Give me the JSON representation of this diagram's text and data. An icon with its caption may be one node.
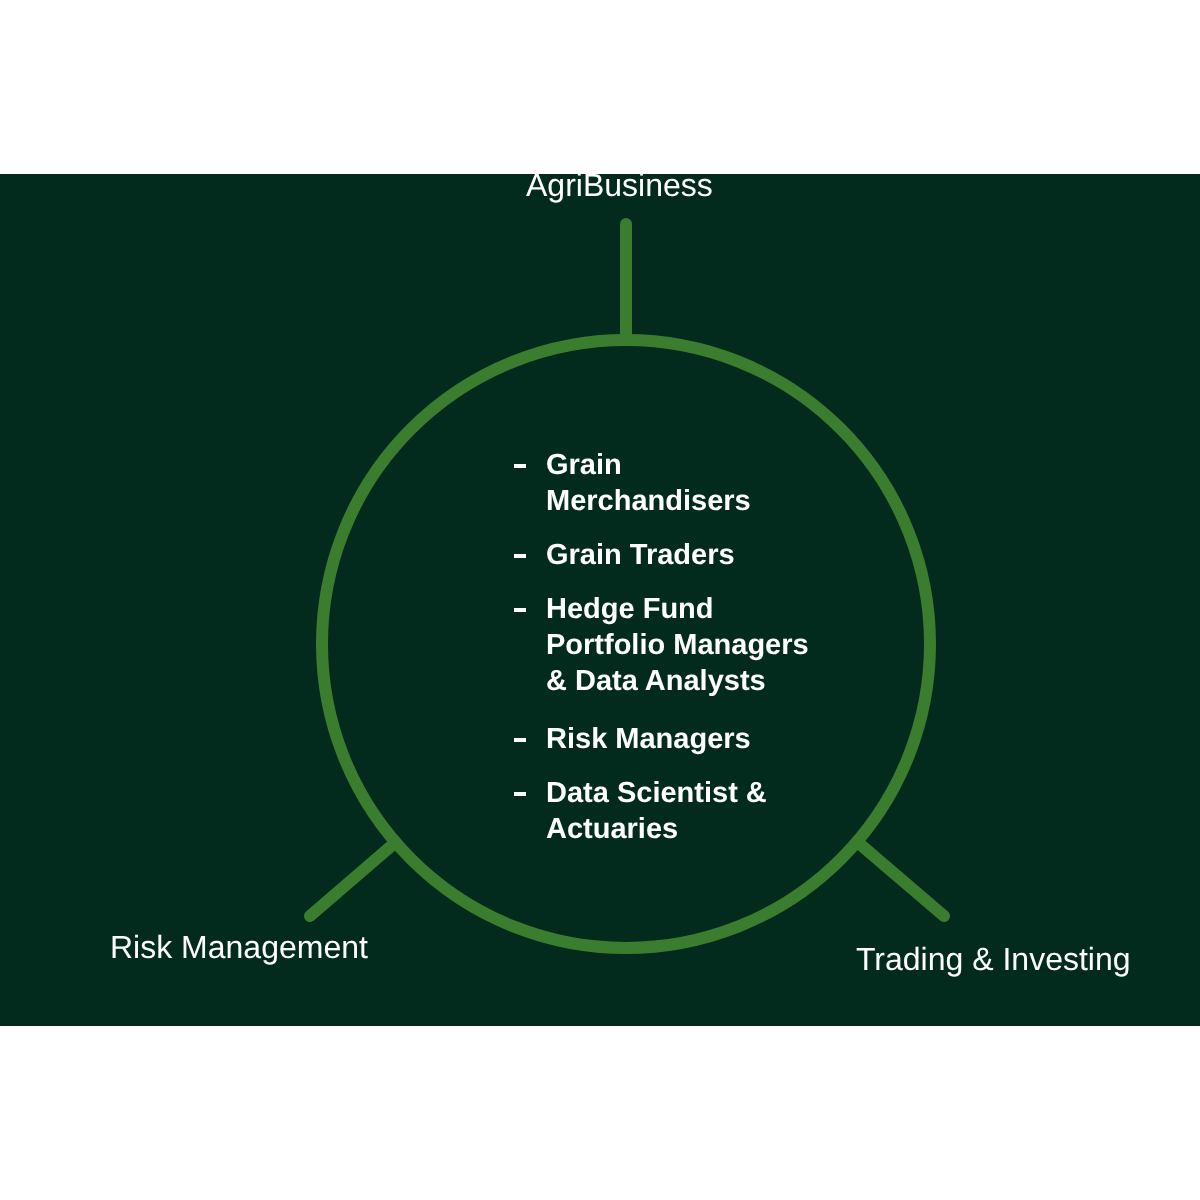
{
  "diagram": {
    "nodes": [
      {
        "text": [
          "Grain Merchandisers",
          "Grain Traders",
          "Hedge Fund Portfolio Managers & Data Analysts",
          "Risk Managers",
          "Data Scientist & Actuaries"
        ]
      },
      {
        "text": [
          "AgriBusiness"
        ]
      },
      {
        "text": [
          "Risk Management"
        ]
      },
      {
        "text": [
          "Trading & Investing"
        ]
      }
    ],
    "edges": [
      {
        "from": 1,
        "to": 0,
        "arrow": "none"
      },
      {
        "from": 2,
        "to": 0,
        "arrow": "none"
      },
      {
        "from": 3,
        "to": 0,
        "arrow": "none"
      }
    ]
  }
}
